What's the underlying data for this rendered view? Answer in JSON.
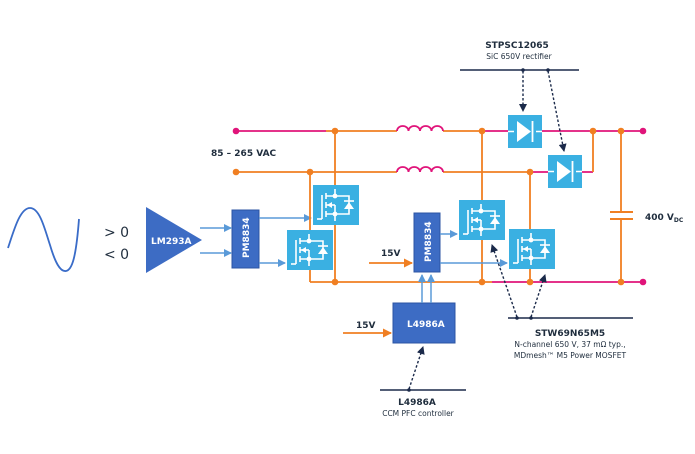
{
  "colors": {
    "orange": "#f07f22",
    "magenta": "#e0147a",
    "mosfet": "#3ab0e2",
    "chip": "#3d6cc4",
    "chip_border": "#2c55a3",
    "signal": "#5a9ad8",
    "navy": "#1b2a4a",
    "sine": "#3a6cc8"
  },
  "input": {
    "comparator_levels": [
      "> 0",
      "< 0"
    ],
    "comparator_label": "LM293A"
  },
  "ac_input": {
    "label": "85 – 265 VAC"
  },
  "drivers": [
    {
      "label": "PM8834"
    },
    {
      "label": "PM8834"
    }
  ],
  "supplies": [
    {
      "label": "15V"
    },
    {
      "label": "15V"
    }
  ],
  "controller": {
    "chip_label": "L4986A",
    "callout_title": "L4986A",
    "callout_desc": "CCM PFC controller"
  },
  "rectifier": {
    "callout_title": "STPSC12065",
    "callout_desc": "SiC 650V rectifier"
  },
  "mosfet": {
    "callout_title": "STW69N65M5",
    "callout_desc_1": "N-channel 650 V, 37 mΩ typ.,",
    "callout_desc_2": "MDmesh™ M5 Power MOSFET"
  },
  "output": {
    "voltage": "400 V",
    "voltage_sub": "DC"
  }
}
